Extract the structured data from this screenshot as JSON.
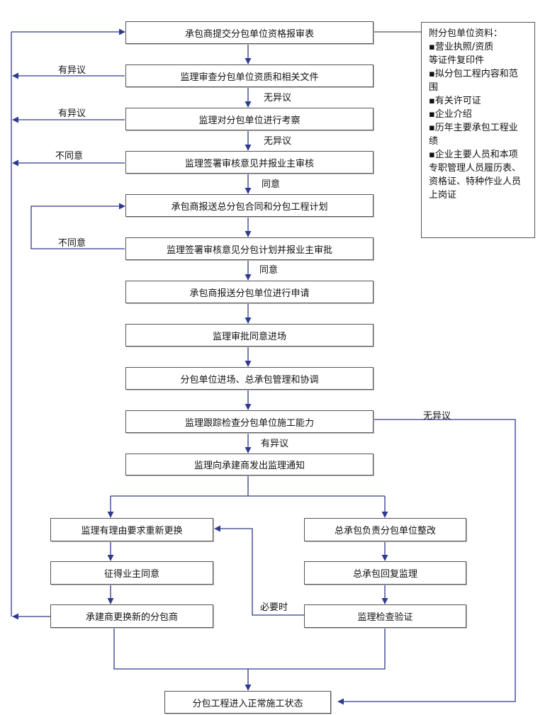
{
  "boxes": {
    "b1": "承包商提交分包单位资格报审表",
    "b2": "监理审查分包单位资质和相关文件",
    "b3": "监理对分包单位进行考察",
    "b4": "监理签署审核意见并报业主审核",
    "b5": "承包商报送总分包合同和分包工程计划",
    "b6": "监理签署审核意见分包计划并报业主审批",
    "b7": "承包商报送分包单位进行申请",
    "b8": "监理审批同意进场",
    "b9": "分包单位进场、总承包管理和协调",
    "b10": "监理跟踪检查分包单位施工能力",
    "b11": "监理向承建商发出监理通知",
    "l1": "监理有理由要求重新更换",
    "l2": "征得业主同意",
    "l3": "承建商更换新的分包商",
    "r1": "总承包负责分包单位整改",
    "r2": "总承包回复监理",
    "r3": "监理检查验证",
    "final": "分包工程进入正常施工状态"
  },
  "labels": {
    "objection1": "有异议",
    "no_objection1": "无异议",
    "objection2": "有异议",
    "no_objection2": "无异议",
    "disagree1": "不同意",
    "agree1": "同意",
    "disagree2": "不同意",
    "agree2": "同意",
    "no_objection3": "无异议",
    "objection3": "有异议",
    "when_necessary": "必要时"
  },
  "note": {
    "title": "附分包单位资料：",
    "items": [
      "▪营业执照/资质",
      "等证件复印件",
      "▪拟分包工程内容和范",
      "围",
      "▪有关许可证",
      "▪企业介绍",
      "▪历年主要承包工程业",
      "绩",
      "▪企业主要人员和本项",
      "专职管理人员履历表、",
      "资格证、特种作业人员",
      "上岗证"
    ]
  },
  "colors": {
    "arrow": "#2e3a8c",
    "line": "#555555"
  }
}
